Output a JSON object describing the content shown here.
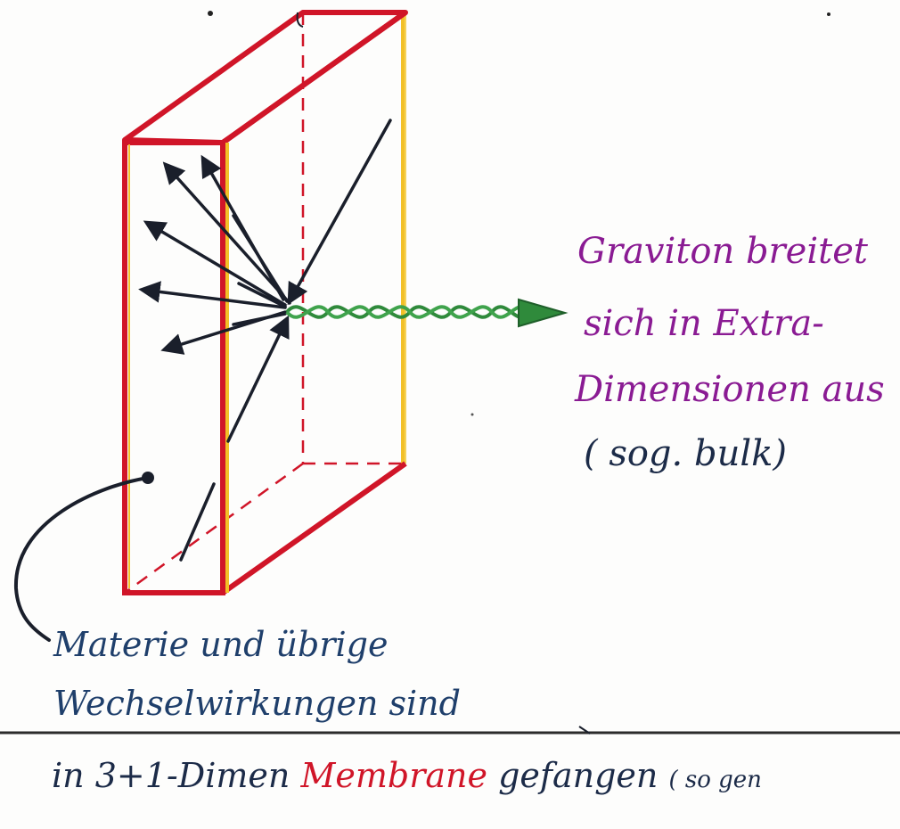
{
  "graviton_label": {
    "line1": "Graviton breitet",
    "line2": "sich in Extra-",
    "line3": "Dimensionen aus",
    "line4": "( sog. bulk)"
  },
  "matter_label": {
    "line1": "Materie und übrige",
    "line2": "Wechselwirkungen sind"
  },
  "bottom_line": {
    "part1": "in 3+1-Dimen",
    "part2": "Membrane",
    "part3": "gefangen",
    "part4": "( so gen"
  },
  "colors": {
    "membrane_red": "#d01528",
    "membrane_yellow": "#f2c028",
    "graviton_green": "#2f8a3b",
    "graviton_text": "#8a1b93",
    "ink": "#1a1f2b"
  }
}
